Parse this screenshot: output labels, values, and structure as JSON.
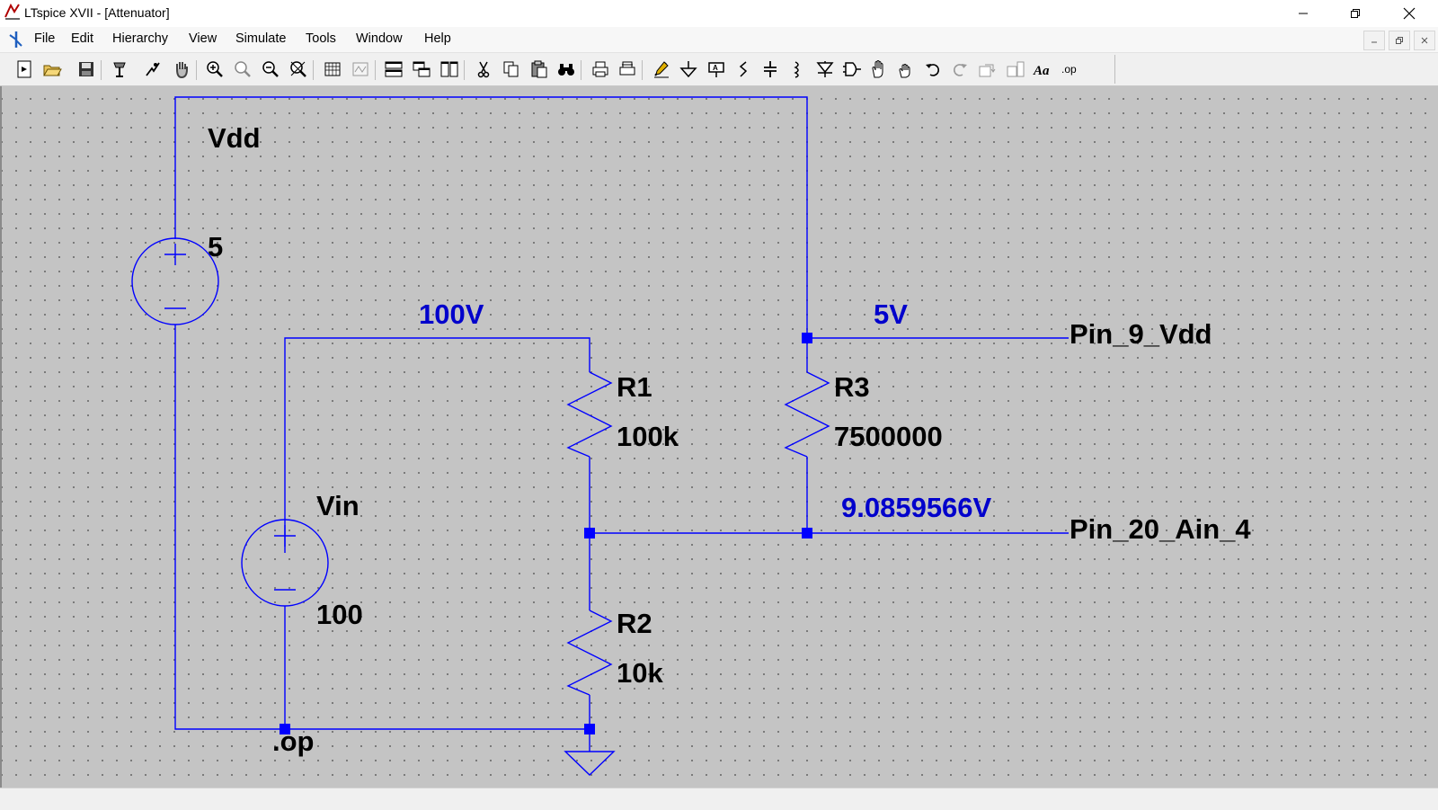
{
  "window": {
    "title": "LTspice XVII - [Attenuator]"
  },
  "menu": {
    "items": [
      "File",
      "Edit",
      "Hierarchy",
      "View",
      "Simulate",
      "Tools",
      "Window",
      "Help"
    ]
  },
  "toolbar": {
    "icons": [
      "new-schematic-icon",
      "open-icon",
      "save-icon",
      "control-panel-icon",
      "run-icon",
      "halt-icon",
      "zoom-in-icon",
      "zoom-fit-icon",
      "zoom-out-icon",
      "zoom-cancel-icon",
      "autorange-icon",
      "waveform-icon",
      "tile-horizontal-icon",
      "cascade-icon",
      "tile-vertical-icon",
      "cut-icon",
      "copy-icon",
      "paste-icon",
      "find-icon",
      "print-icon",
      "print-preview-icon",
      "wire-icon",
      "ground-icon",
      "label-net-icon",
      "resistor-icon",
      "capacitor-icon",
      "inductor-icon",
      "diode-icon",
      "component-icon",
      "move-icon",
      "drag-icon",
      "undo-icon",
      "redo-icon",
      "rotate-icon",
      "mirror-icon",
      "text-icon",
      "spice-directive-icon"
    ]
  },
  "schematic": {
    "components": {
      "vdd": {
        "name": "Vdd",
        "value": "5"
      },
      "vin": {
        "name": "Vin",
        "value": "100"
      },
      "r1": {
        "name": "R1",
        "value": "100k"
      },
      "r2": {
        "name": "R2",
        "value": "10k"
      },
      "r3": {
        "name": "R3",
        "value": "7500000"
      }
    },
    "net_labels": {
      "pin9": "Pin_9_Vdd",
      "pin20": "Pin_20_Ain_4"
    },
    "node_voltages": {
      "input": "100V",
      "vdd": "5V",
      "ain": "9.0859566V"
    },
    "directive": ".op",
    "colors": {
      "wire": "#0000ff",
      "voltage_label": "#0000cc",
      "component": "#0000ff",
      "canvas": "#c4c4c4"
    }
  }
}
